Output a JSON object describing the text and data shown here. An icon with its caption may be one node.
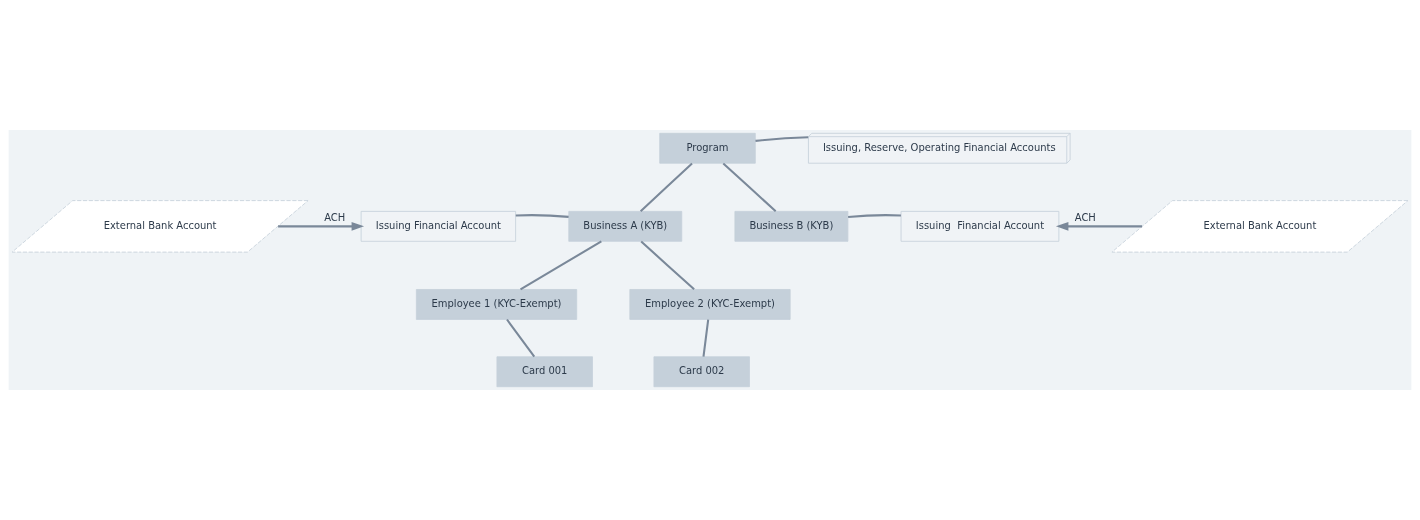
{
  "diagram": {
    "nodes": [
      {
        "text": [
          "Program"
        ]
      },
      {
        "text": [
          "Issuing, Reserve, Operating Financial Accounts"
        ]
      },
      {
        "text": [
          "External Bank Account"
        ]
      },
      {
        "text": [
          "Issuing Financial Account"
        ]
      },
      {
        "text": [
          "Business A (KYB)"
        ]
      },
      {
        "text": [
          "Business B (KYB)"
        ]
      },
      {
        "text": [
          "Issuing  Financial Account"
        ]
      },
      {
        "text": [
          "External Bank Account"
        ]
      },
      {
        "text": [
          "Employee 1 (KYC-Exempt)"
        ]
      },
      {
        "text": [
          "Employee 2 (KYC-Exempt)"
        ]
      },
      {
        "text": [
          "Card 001"
        ]
      },
      {
        "text": [
          "Card 002"
        ]
      }
    ],
    "edges": [
      {
        "from": 0,
        "to": 1,
        "arrow": "none"
      },
      {
        "from": 0,
        "to": 4,
        "arrow": "none"
      },
      {
        "from": 0,
        "to": 5,
        "arrow": "none"
      },
      {
        "from": 2,
        "to": 3,
        "arrow": "to",
        "label": "ACH"
      },
      {
        "from": 3,
        "to": 4,
        "arrow": "none"
      },
      {
        "from": 5,
        "to": 6,
        "arrow": "none"
      },
      {
        "from": 7,
        "to": 6,
        "arrow": "to",
        "label": "ACH"
      },
      {
        "from": 4,
        "to": 8,
        "arrow": "none"
      },
      {
        "from": 4,
        "to": 9,
        "arrow": "none"
      },
      {
        "from": 8,
        "to": 10,
        "arrow": "none"
      },
      {
        "from": 9,
        "to": 11,
        "arrow": "none"
      }
    ]
  }
}
